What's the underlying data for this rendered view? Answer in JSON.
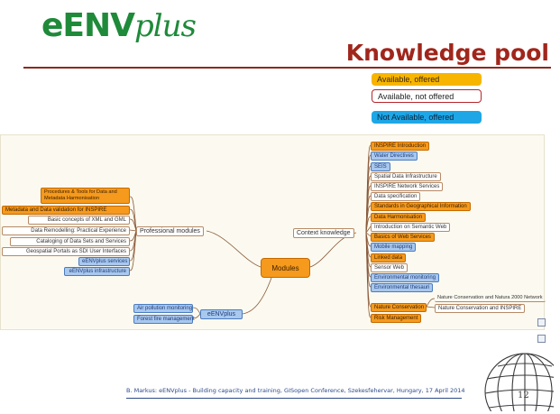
{
  "logo": {
    "prefix": "eENV",
    "script": "plus"
  },
  "title": "Knowledge pool",
  "legend": [
    {
      "label": "Available, offered",
      "color": "#f7b500"
    },
    {
      "label": "Available, not offered",
      "color": "#ffffff"
    },
    {
      "label": "Not Available, offered",
      "color": "#1ea6e6"
    }
  ],
  "mindmap": {
    "center": "Modules",
    "professional": {
      "label": "Professional modules",
      "items": [
        {
          "label": "Procedures & Tools for Data and Metadata Harmonisation",
          "status": "orange"
        },
        {
          "label": "Metadata and Data validation for INSPIRE",
          "status": "orange"
        },
        {
          "label": "Basic concepts of XML and GML",
          "status": "white"
        },
        {
          "label": "Data Remodelling: Practical Experience",
          "status": "white"
        },
        {
          "label": "Cataloging of Data Sets and Services",
          "status": "white"
        },
        {
          "label": "Geospatial Portals as SDI User Interfaces",
          "status": "white"
        },
        {
          "label": "eENVplus services",
          "status": "blue"
        },
        {
          "label": "eENVplus infrastructure",
          "status": "blue"
        }
      ]
    },
    "context": {
      "label": "Context knowledge",
      "items": [
        {
          "label": "INSPIRE Introduction",
          "status": "orange"
        },
        {
          "label": "Water Directives",
          "status": "blue"
        },
        {
          "label": "SEIS",
          "status": "blue"
        },
        {
          "label": "Spatial Data Infrastructure",
          "status": "white"
        },
        {
          "label": "INSPIRE Network Services",
          "status": "white"
        },
        {
          "label": "Data specification",
          "status": "white"
        },
        {
          "label": "Standards in Geographical Information",
          "status": "orange"
        },
        {
          "label": "Data Harmonisation",
          "status": "orange"
        },
        {
          "label": "Introduction on Semantic Web",
          "status": "white"
        },
        {
          "label": "Basics of Web Services",
          "status": "orange"
        },
        {
          "label": "Mobile mapping",
          "status": "blue"
        },
        {
          "label": "Linked data",
          "status": "orange"
        },
        {
          "label": "Sensor Web",
          "status": "white"
        },
        {
          "label": "Environmental monitoring",
          "status": "blue"
        },
        {
          "label": "Environmental thesauri",
          "status": "blue"
        },
        {
          "label": "Nature Conservation",
          "status": "orange"
        },
        {
          "label": "Risk Management",
          "status": "orange"
        }
      ],
      "nature_children": [
        "Nature Conservation and Natura 2000 Network",
        "Nature Conservation and INSPIRE"
      ]
    },
    "eenvplus": {
      "label": "eENVplus",
      "items": [
        {
          "label": "Air pollution monitoring",
          "status": "blue"
        },
        {
          "label": "Forest fire management",
          "status": "blue"
        }
      ]
    }
  },
  "footer": "B. Markus: eENVplus - Building capacity and training, GISopen Conference, Szekesfehervar, Hungary,  17 April 2014",
  "page_number": "12"
}
